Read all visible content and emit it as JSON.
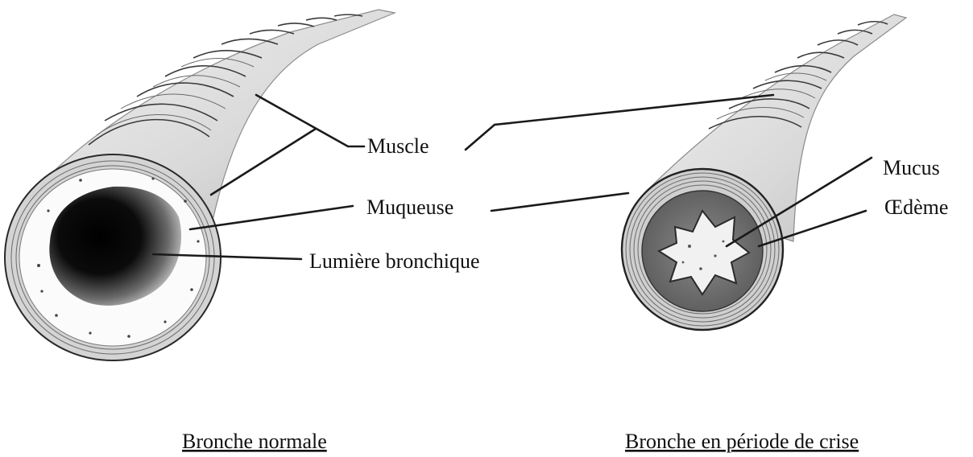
{
  "labels": {
    "muscle": "Muscle",
    "muqueuse": "Muqueuse",
    "lumiere": "Lumière bronchique",
    "mucus": "Mucus",
    "oedeme": "Œdème"
  },
  "captions": {
    "normal": "Bronche normale",
    "crise": "Bronche en période de crise"
  },
  "colors": {
    "line": "#1a1a1a",
    "lumen_dark": "#050505"
  }
}
